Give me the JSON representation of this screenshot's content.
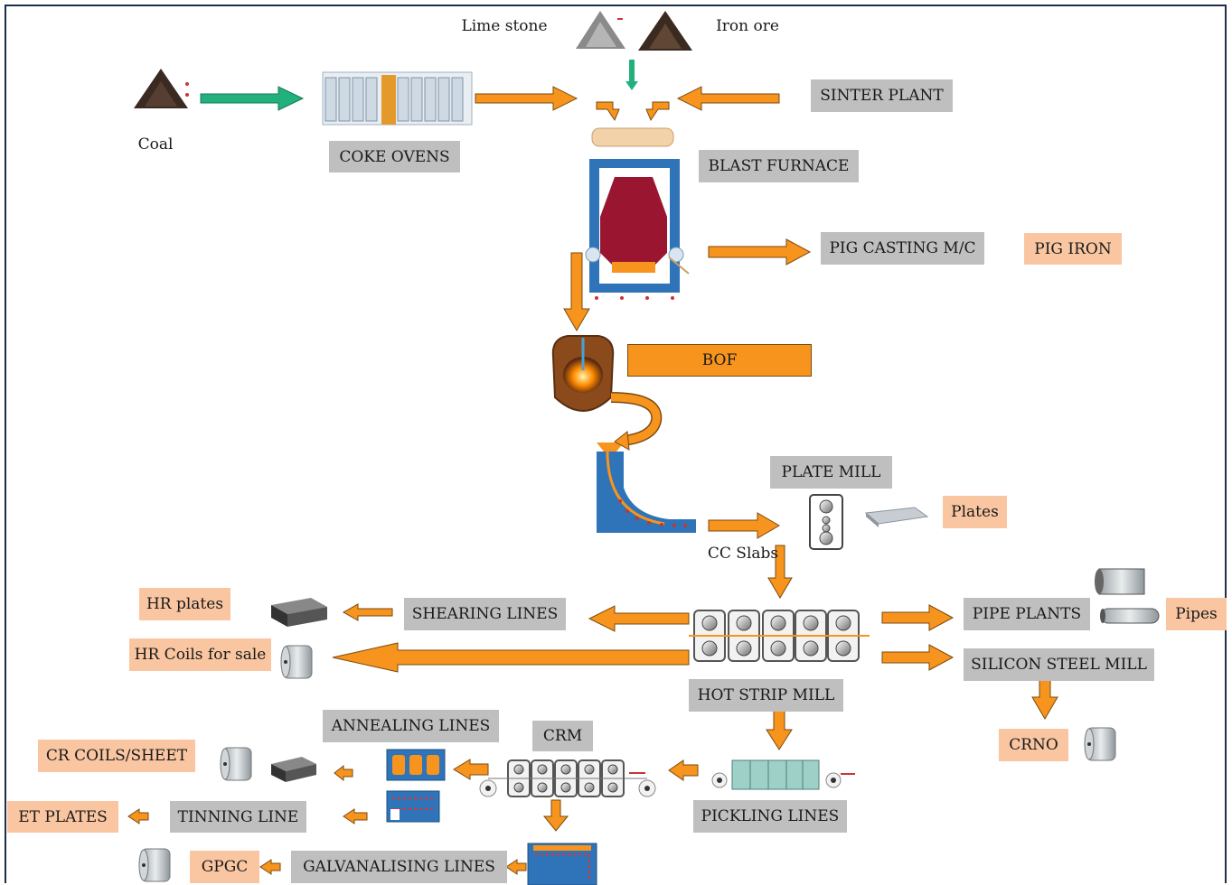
{
  "labels": {
    "lime_stone": "Lime stone",
    "iron_ore": "Iron ore",
    "coal": "Coal",
    "coke_ovens": "COKE OVENS",
    "sinter_plant": "SINTER PLANT",
    "blast_furnace": "BLAST FURNACE",
    "pig_casting": "PIG CASTING M/C",
    "pig_iron": "PIG IRON",
    "bof": "BOF",
    "plate_mill": "PLATE MILL",
    "plates": "Plates",
    "cc_slabs": "CC Slabs",
    "hr_plates": "HR plates",
    "shearing_lines": "SHEARING LINES",
    "hr_coils": "HR Coils for sale",
    "pipe_plants": "PIPE PLANTS",
    "pipes": "Pipes",
    "silicon_steel_mill": "SILICON STEEL MILL",
    "hot_strip_mill": "HOT STRIP MILL",
    "crno": "CRNO",
    "annealing_lines": "ANNEALING LINES",
    "crm": "CRM",
    "cr_coils_sheet": "CR COILS/SHEET",
    "pickling_lines": "PICKLING LINES",
    "et_plates": "ET PLATES",
    "tinning_line": "TINNING LINE",
    "gpgc": "GPGC",
    "galvanalising_lines": "GALVANALISING LINES"
  },
  "colors": {
    "arrow_orange": "#f7941d",
    "arrow_green": "#22b07d",
    "gray_box": "#bfbfbf",
    "peach_box": "#f9c6a1",
    "furnace_red": "#9a1530",
    "furnace_blue": "#2a6db0"
  }
}
